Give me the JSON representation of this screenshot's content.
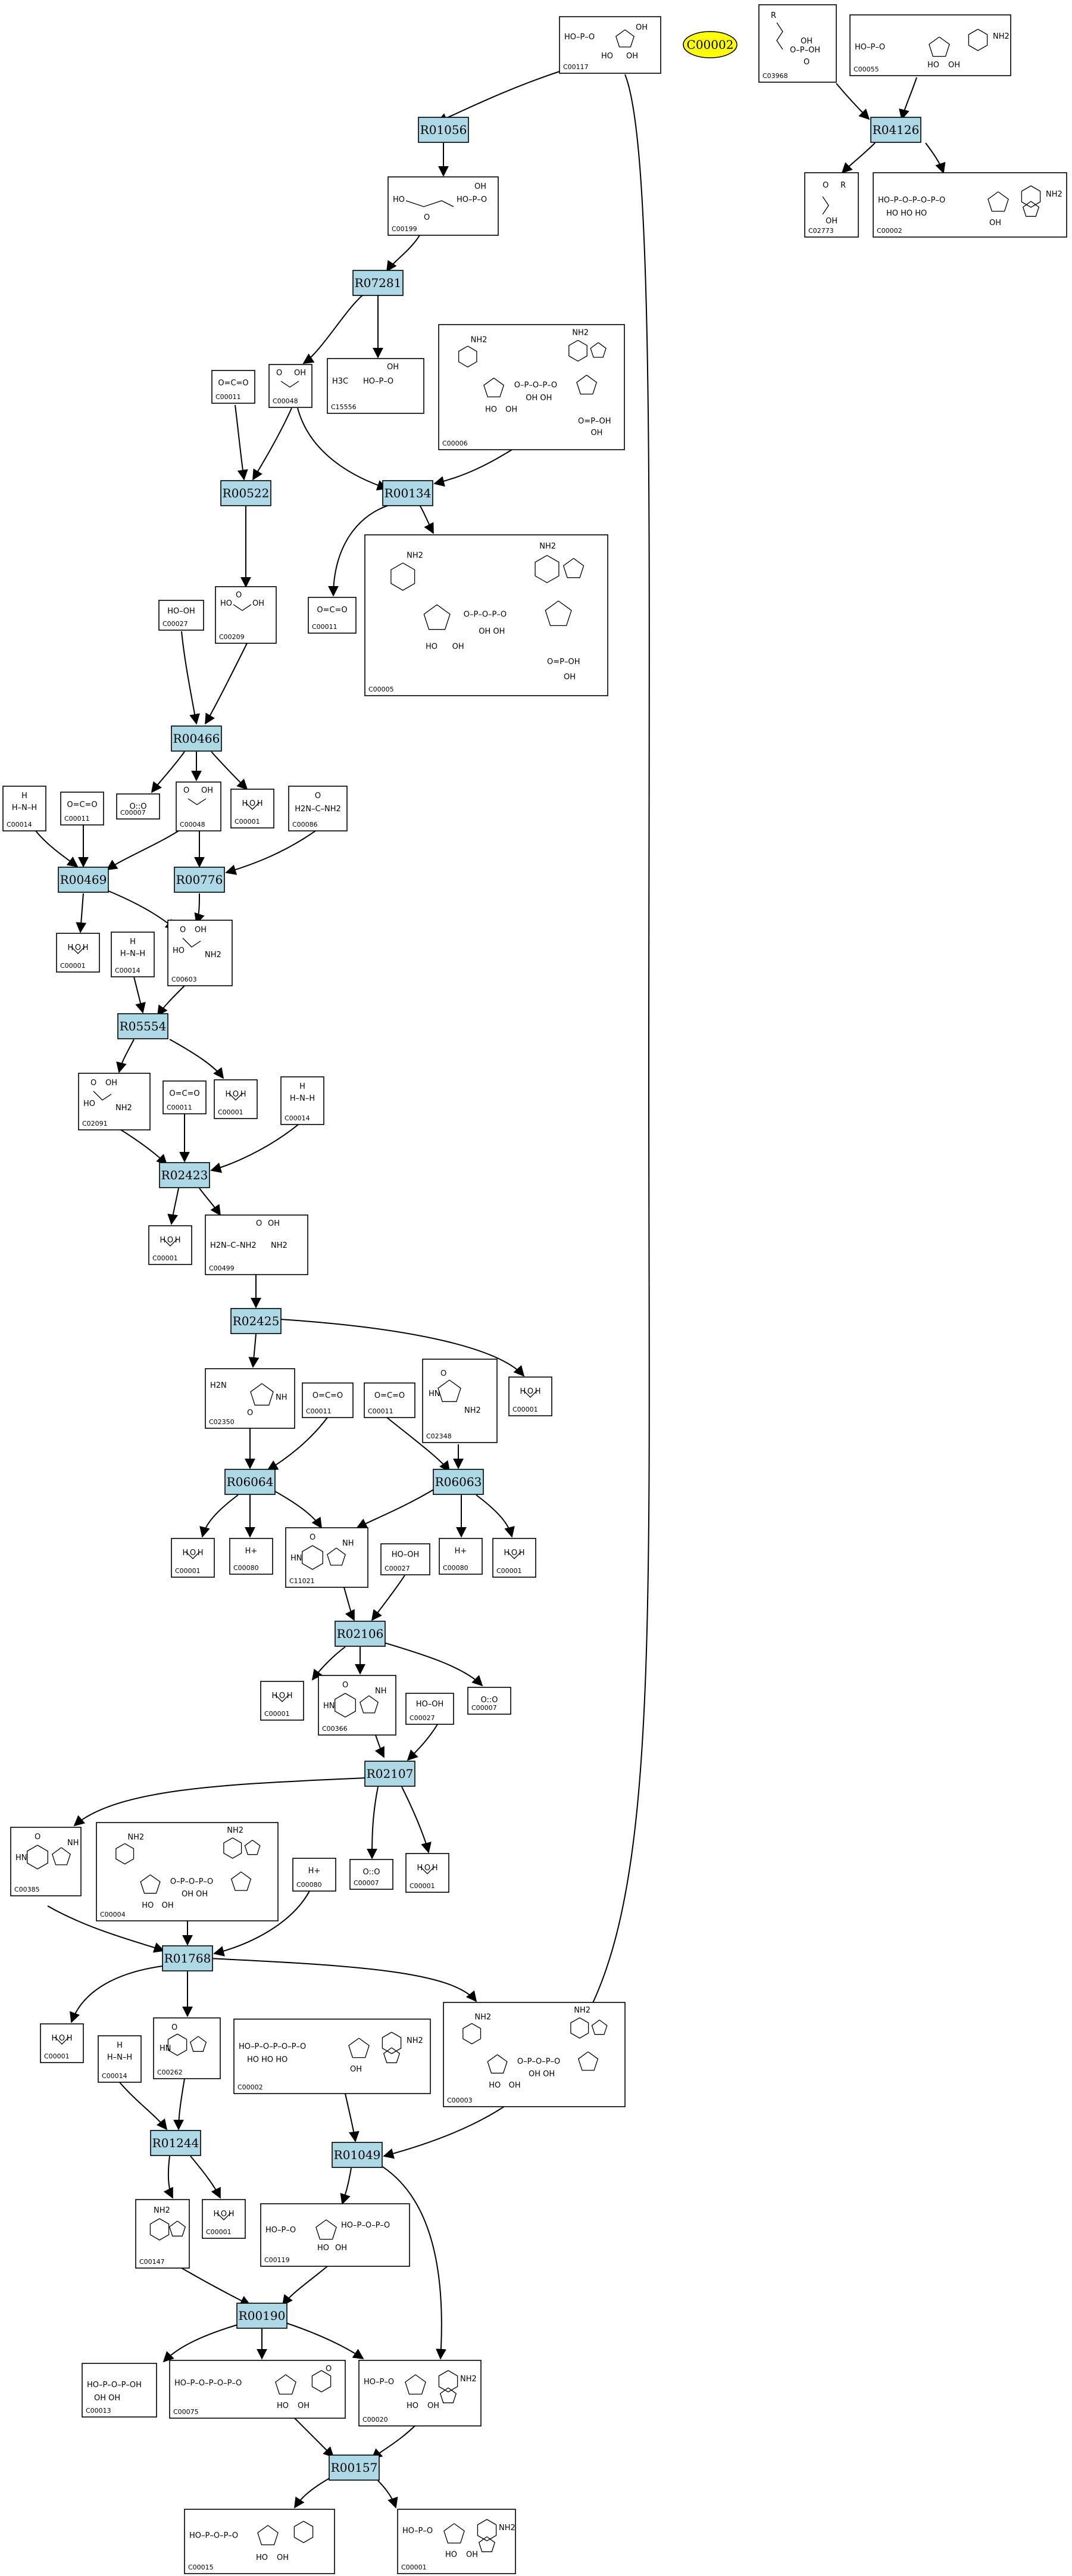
{
  "highlight": "C00002",
  "reactions": [
    "R01056",
    "R07281",
    "R00522",
    "R00134",
    "R00466",
    "R00469",
    "R00776",
    "R05554",
    "R02423",
    "R02425",
    "R06064",
    "R06063",
    "R02106",
    "R02107",
    "R01768",
    "R01244",
    "R01049",
    "R00190",
    "R00157",
    "R04126"
  ],
  "compounds": [
    "C00117",
    "C03968",
    "C00055",
    "C02773",
    "C00002",
    "C00199",
    "C15556",
    "C00048",
    "C00011",
    "C00006",
    "C00209",
    "C00027",
    "C00005",
    "C00007",
    "C00001",
    "C00014",
    "C00086",
    "C00603",
    "C02091",
    "C02350",
    "C02348",
    "C11021",
    "C00080",
    "C00366",
    "C00385",
    "C00004",
    "C00003",
    "C00262",
    "C00147",
    "C00119",
    "C00020",
    "C00013",
    "C00075",
    "C00015"
  ],
  "structure_text": {
    "h2o": "H O H",
    "co2": "O=C=O",
    "o2": "O::O",
    "h2o2": "HO–OH",
    "nh3": "H–N–H",
    "hplus": "H+",
    "hydroxyl": "OH",
    "phosphate_chain_3": "HO–P–O–P–O–P–O",
    "phosphate_chain_2": "HO–P–O–P–O",
    "phosphate_1": "HO–P–O",
    "nh2": "NH2",
    "urea": "H2N–C–NH2",
    "ho": "HO",
    "o": "O"
  }
}
